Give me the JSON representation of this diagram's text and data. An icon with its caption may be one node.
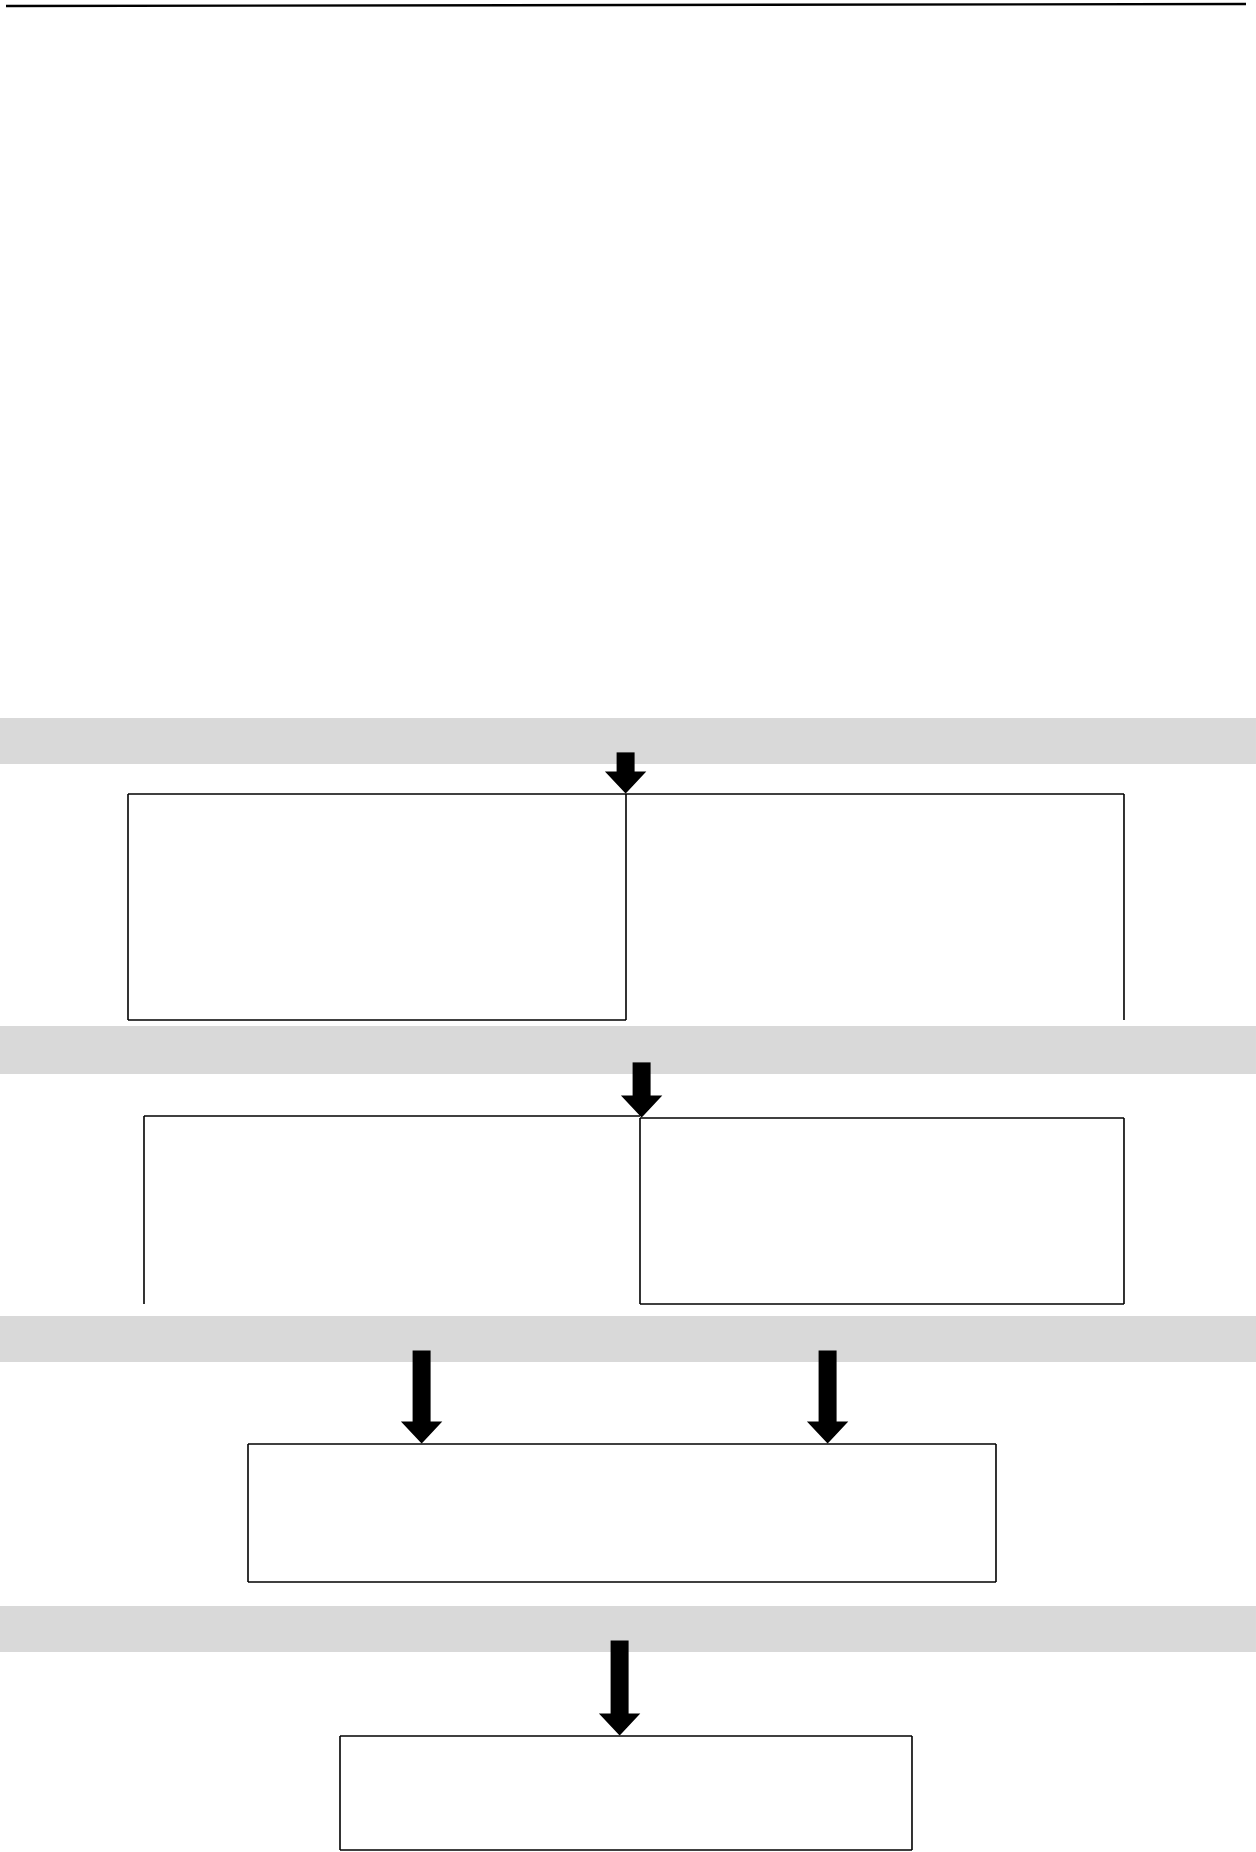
{
  "diagram": {
    "nodes": [
      {
        "text": [],
        "shape": "bar"
      },
      {
        "text": [],
        "shape": "box"
      },
      {
        "text": [],
        "shape": "box"
      },
      {
        "text": [],
        "shape": "bar"
      },
      {
        "text": [],
        "shape": "box"
      },
      {
        "text": [],
        "shape": "box"
      },
      {
        "text": [],
        "shape": "bar"
      },
      {
        "text": [],
        "shape": "box"
      },
      {
        "text": [],
        "shape": "bar"
      },
      {
        "text": [],
        "shape": "box"
      }
    ],
    "edges": [
      {
        "from": 0,
        "to": 1,
        "arrow": "to"
      },
      {
        "from": 3,
        "to": 5,
        "arrow": "to"
      },
      {
        "from": 6,
        "to": 7,
        "arrow": "to"
      },
      {
        "from": 6,
        "to": 7,
        "arrow": "to"
      },
      {
        "from": 8,
        "to": 9,
        "arrow": "to"
      }
    ]
  }
}
